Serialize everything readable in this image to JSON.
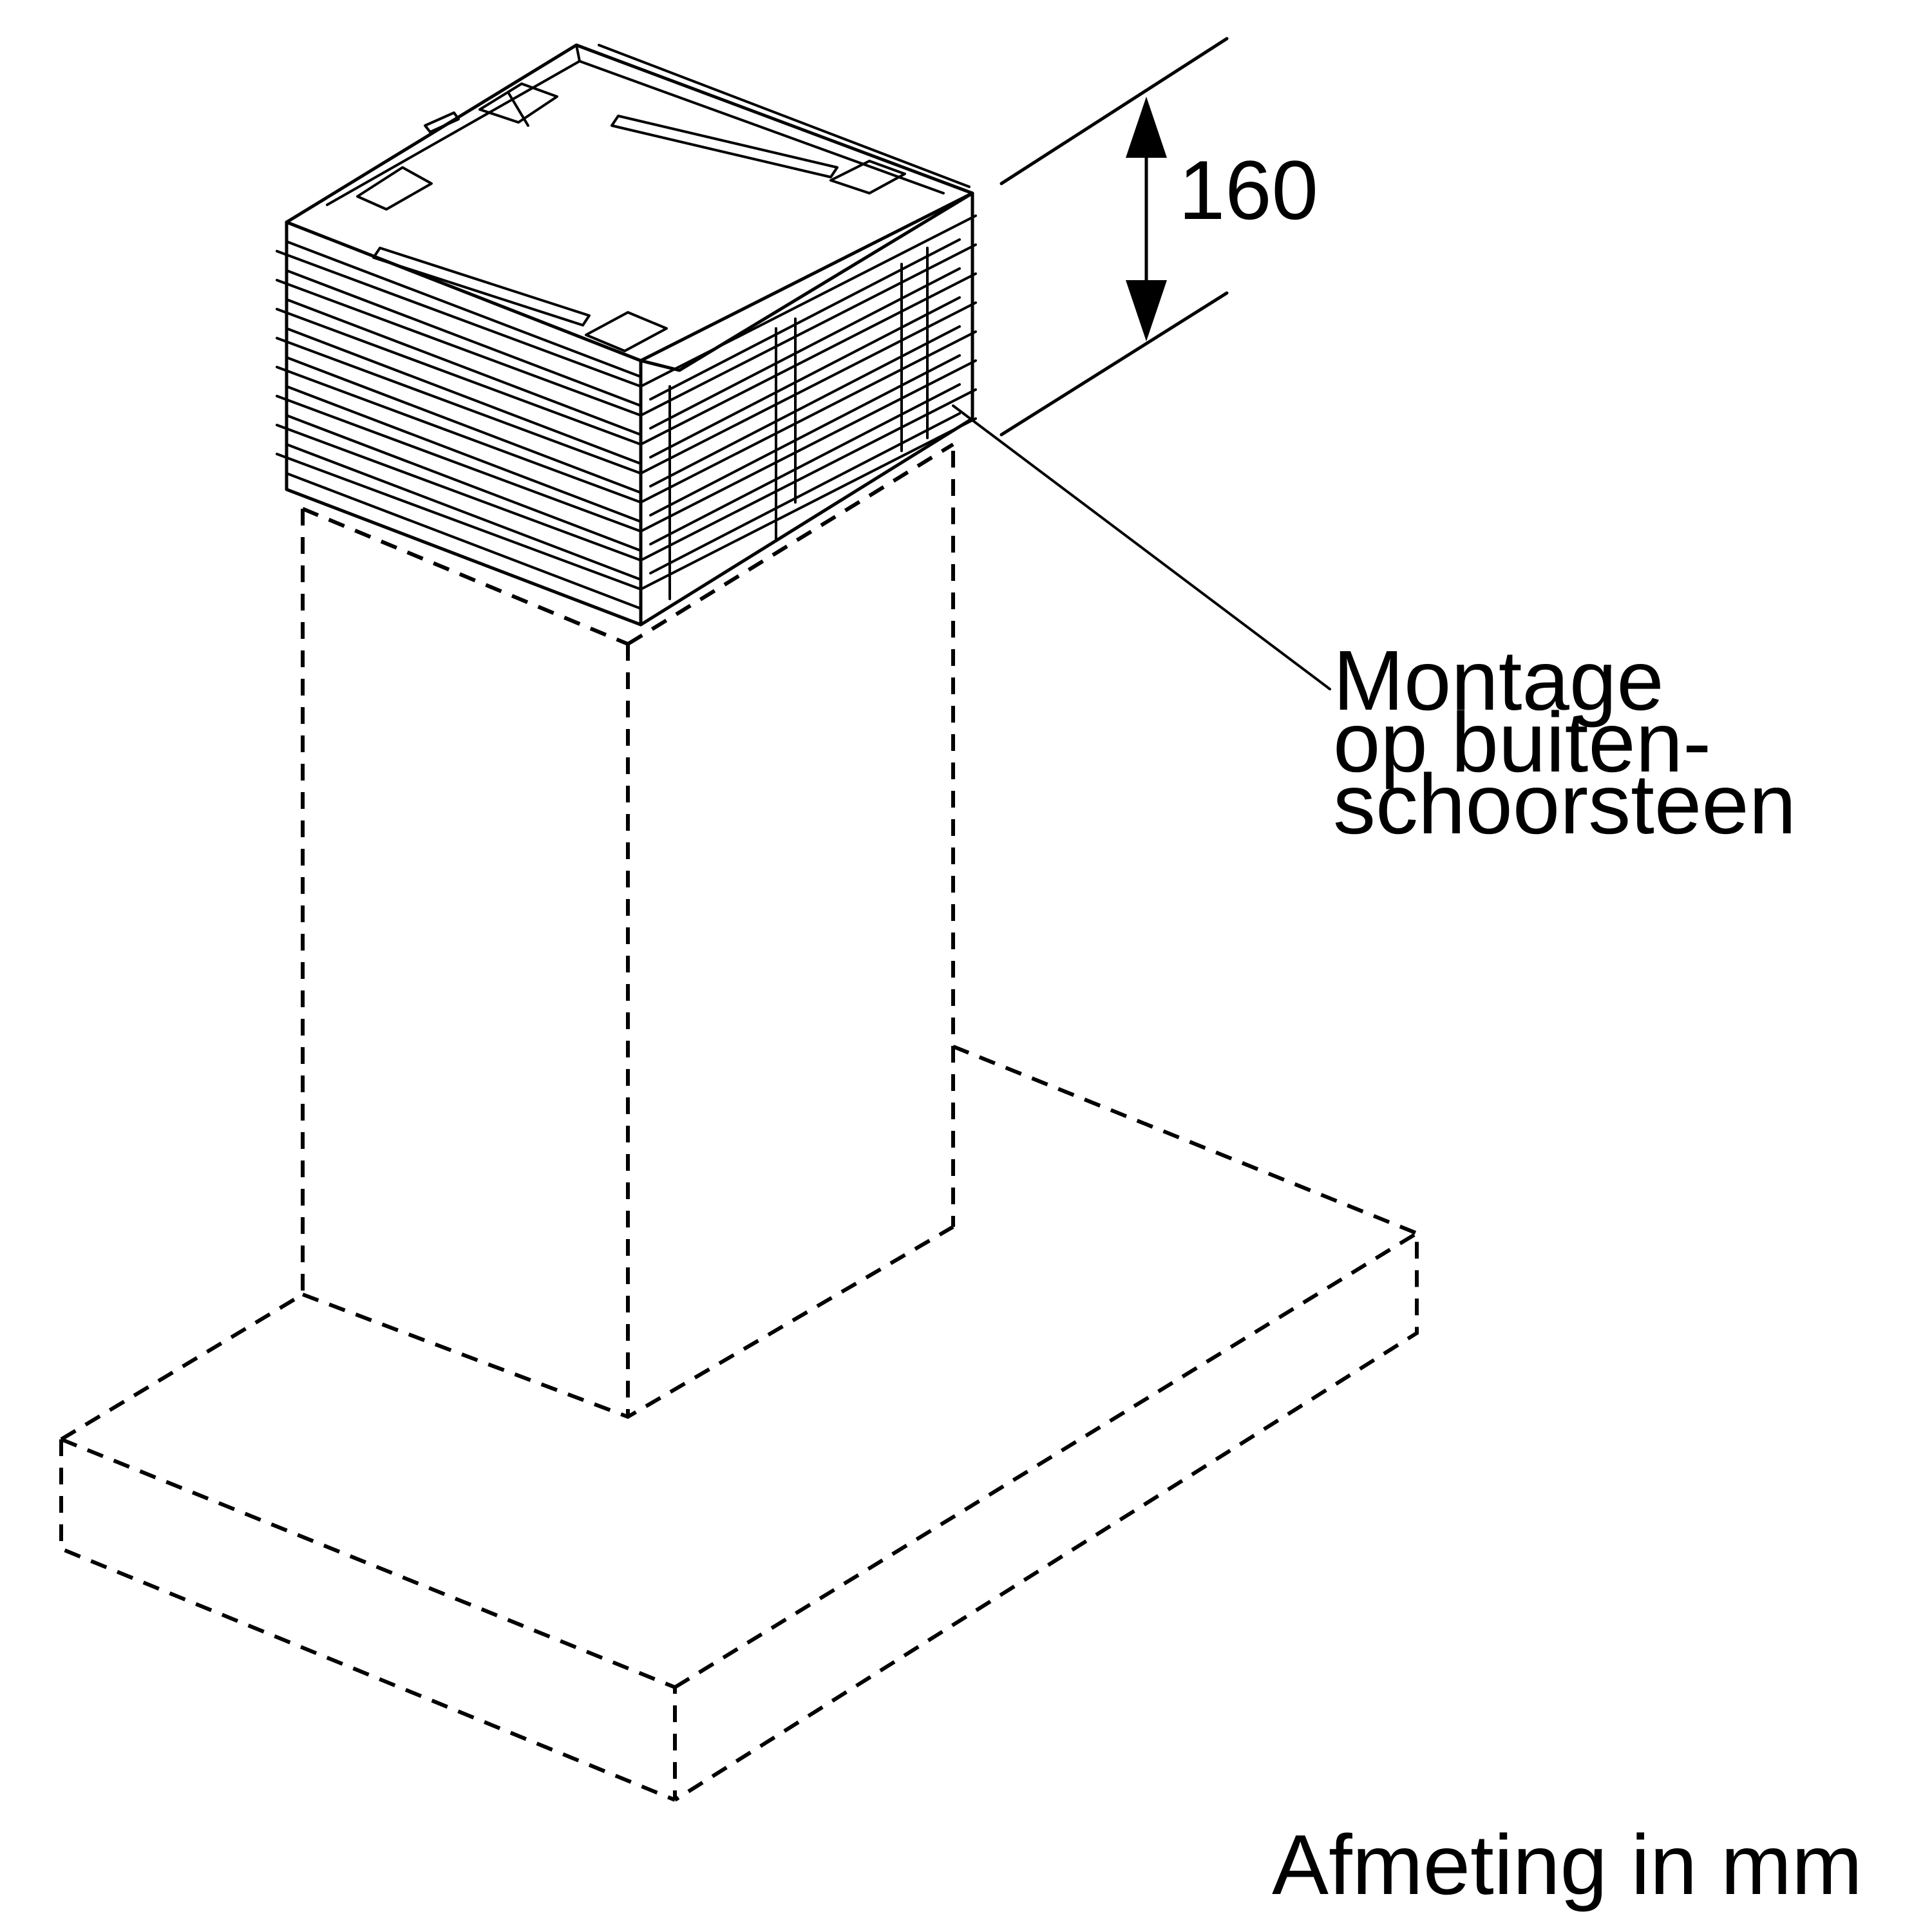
{
  "dimension": {
    "value": "160"
  },
  "callout": {
    "lines": [
      "Montage",
      "op buiten-",
      "schoorsteen"
    ]
  },
  "units_note": "Afmeting in mm"
}
